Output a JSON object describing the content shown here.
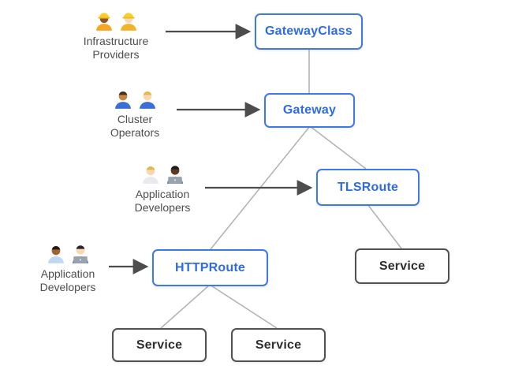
{
  "colors": {
    "background": "#ffffff",
    "blue_node_border": "#3d79e8",
    "blue_node_text": "#2e6be5",
    "gray_node_border": "#515151",
    "gray_node_text": "#2e2e2e",
    "connector_line": "#b4b4b4",
    "arrow_line": "#4d4d4d",
    "persona_text": "#4d4d4d"
  },
  "diagram": {
    "nodes": [
      {
        "id": "gatewayclass",
        "label": "GatewayClass",
        "style": "blue"
      },
      {
        "id": "gateway",
        "label": "Gateway",
        "style": "blue"
      },
      {
        "id": "tlsroute",
        "label": "TLSRoute",
        "style": "blue"
      },
      {
        "id": "httproute",
        "label": "HTTPRoute",
        "style": "blue"
      },
      {
        "id": "service-tls",
        "label": "Service",
        "style": "gray"
      },
      {
        "id": "service-http-left",
        "label": "Service",
        "style": "gray"
      },
      {
        "id": "service-http-mid",
        "label": "Service",
        "style": "gray"
      }
    ],
    "personas": [
      {
        "id": "infrastructure-providers",
        "emoji": "👷🏾‍♀️👷🏻",
        "label_line1": "Infrastructure",
        "label_line2": "Providers",
        "points_to": "GatewayClass"
      },
      {
        "id": "cluster-operators",
        "emoji": "👨🏽‍🔧👩🏼‍🔧",
        "label_line1": "Cluster",
        "label_line2": "Operators",
        "points_to": "Gateway"
      },
      {
        "id": "application-developers-tls",
        "emoji": "👩🏼‍⚕️👨🏿‍💻",
        "label_line1": "Application",
        "label_line2": "Developers",
        "points_to": "TLSRoute"
      },
      {
        "id": "application-developers-http",
        "emoji": "👨🏾‍💼👩🏻‍💻",
        "label_line1": "Application",
        "label_line2": "Developers",
        "points_to": "HTTPRoute"
      }
    ],
    "edges": [
      {
        "from": "GatewayClass",
        "to": "Gateway"
      },
      {
        "from": "Gateway",
        "to": "TLSRoute"
      },
      {
        "from": "Gateway",
        "to": "HTTPRoute"
      },
      {
        "from": "TLSRoute",
        "to": "Service"
      },
      {
        "from": "HTTPRoute",
        "to": "Service (left)"
      },
      {
        "from": "HTTPRoute",
        "to": "Service (middle)"
      }
    ],
    "arrows": [
      {
        "from": "Infrastructure Providers",
        "to": "GatewayClass"
      },
      {
        "from": "Cluster Operators",
        "to": "Gateway"
      },
      {
        "from": "Application Developers",
        "to": "TLSRoute"
      },
      {
        "from": "Application Developers",
        "to": "HTTPRoute"
      }
    ]
  }
}
